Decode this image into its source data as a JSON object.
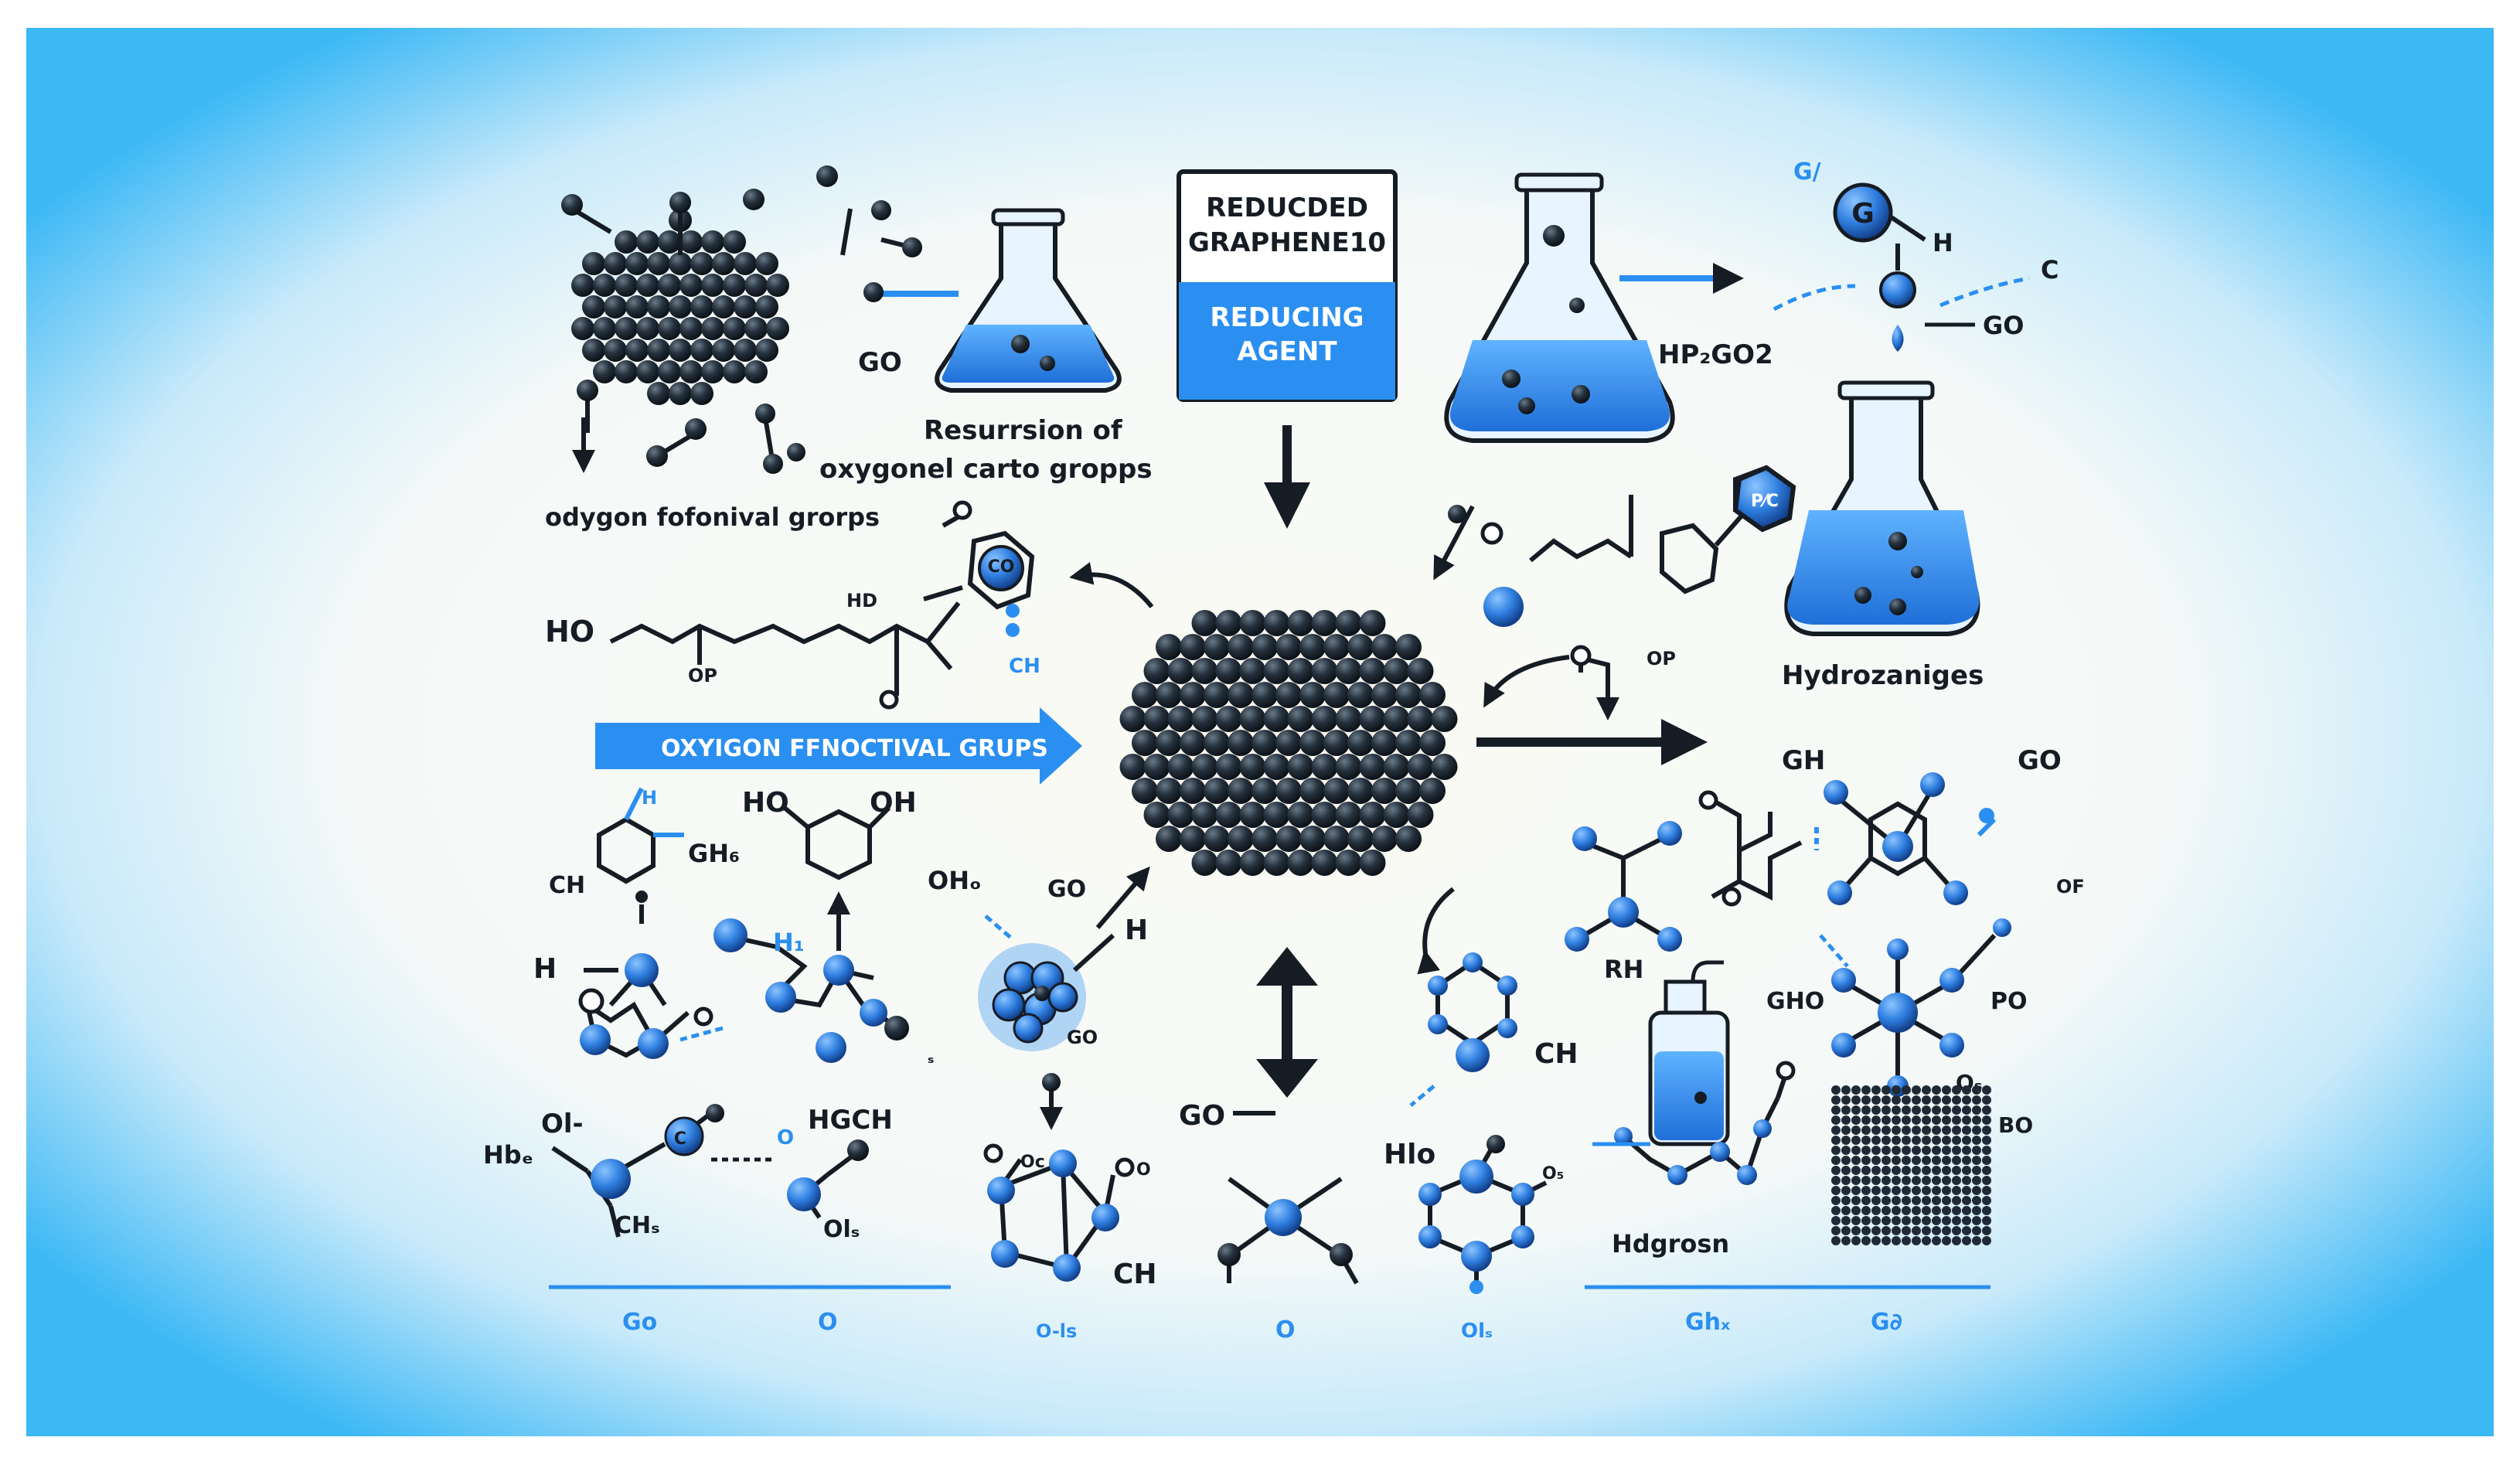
{
  "colors": {
    "accent": "#2a8ff0",
    "atom_blue": "#2f7fe0",
    "atom_dark": "#1f2a36",
    "ink": "#161c24",
    "frame": "#38b6f5",
    "paper": "#fbfaf3"
  },
  "labels": {
    "reduced_box_title": "REDUCDED\nGRAPHENE10",
    "reduced_box_agent": "REDUCING\nAGENT",
    "go_top_left": "GO",
    "odygon_groups": "odygon fofonival grorps",
    "resursion_line1": "Resurrsion of",
    "resursion_line2": "oxygonel carto gropps",
    "hp_go2": "HP₂GO2",
    "g_atom": "G",
    "g_h": "H",
    "g_top": "G/",
    "c_top": "C",
    "go_top_right": "GO",
    "hydrozaniges": "Hydrozaniges",
    "ho_left": "HO",
    "op_left": "OP",
    "hd_mid": "HD",
    "co_hex": "CO",
    "ch_blue": "CH",
    "pc_hex": "P⁄C",
    "op_right": "OP",
    "banner": "OXYIGON FFNOCTIVAL GRUPS",
    "h_small": "H",
    "ho_ring": "HO",
    "oh_ring": "OH",
    "ch_left": "CH",
    "gh_left": "GH₆",
    "h_left": "H",
    "h1_blue": "H₁",
    "oh_mid": "OHₒ",
    "go_mid": "GO",
    "h_mid": "H",
    "go_blob": "GO",
    "s_small": "ₛ",
    "gh_right": "GH",
    "go_right": "GO",
    "rh": "RH",
    "op_far_right": "OF",
    "gho": "GHO",
    "po": "PO",
    "os": "Oₛ",
    "bo": "BO",
    "ol": "Ol-",
    "hb": "Hbₑ",
    "hgch": "HGCH",
    "o_blue": "O",
    "ch2": "CHₛ",
    "ol2": "Olₛ",
    "oc": "Oc",
    "o_small": "O",
    "ch_low": "CH",
    "go_arrow": "GO",
    "hlo": "Hlo",
    "ch_right_low": "CH",
    "hdgrosn": "Hdgrosn",
    "o5": "O₅",
    "bottom_go1": "Go",
    "bottom_o1": "O",
    "bottom_o2": "O-ls",
    "bottom_o3": "O",
    "bottom_o4": "Olₛ",
    "bottom_gh": "Ghₓ",
    "bottom_go2": "G∂"
  }
}
